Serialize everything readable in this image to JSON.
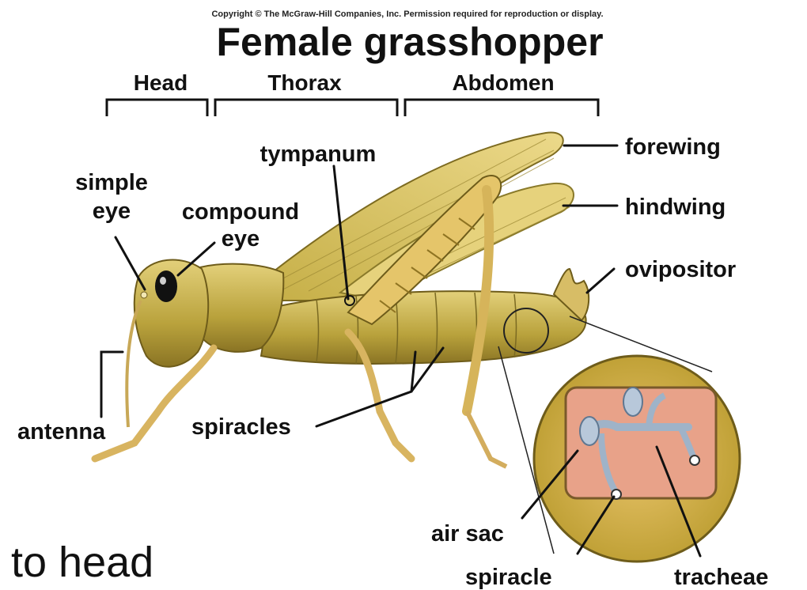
{
  "copyright": "Copyright © The McGraw-Hill Companies, Inc. Permission required for reproduction or display.",
  "title": "Female grasshopper",
  "sections": {
    "head": "Head",
    "thorax": "Thorax",
    "abdomen": "Abdomen"
  },
  "labels": {
    "tympanum": "tympanum",
    "forewing": "forewing",
    "hindwing": "hindwing",
    "simple_eye_line1": "simple",
    "simple_eye_line2": "eye",
    "compound_eye_line1": "compound",
    "compound_eye_line2": "eye",
    "ovipositor": "ovipositor",
    "antenna": "antenna",
    "spiracles": "spiracles",
    "air_sac": "air sac",
    "spiracle": "spiracle",
    "tracheae": "tracheae"
  },
  "caption": "to head",
  "colors": {
    "body": "#c9b84a",
    "body_dark": "#8f7a22",
    "wing": "#d9c35a",
    "trachea": "#9fb3c8",
    "inset_bg": "#e7a58c"
  }
}
